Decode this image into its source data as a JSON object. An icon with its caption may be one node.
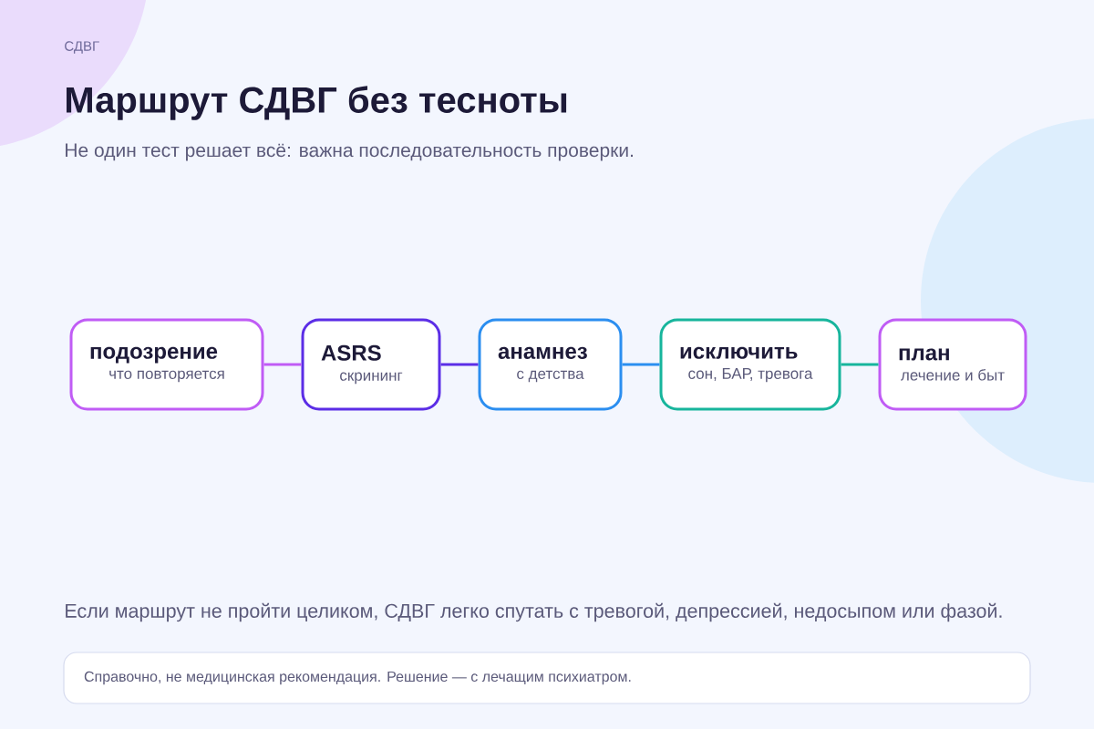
{
  "diagram": {
    "title": "Маршрут СДВГ без тесноты",
    "nodes": [
      {
        "text": [
          "подозрение",
          "что повторяется"
        ]
      },
      {
        "text": [
          "ASRS",
          "скрининг"
        ]
      },
      {
        "text": [
          "анамнез",
          "с детства"
        ]
      },
      {
        "text": [
          "исключить",
          "сон, БАР, тревога"
        ]
      },
      {
        "text": [
          "план",
          "лечение и быт"
        ]
      },
      {
        "text": [
          "Справочно, не медицинская рекомендация. Решение — с лечащим психиатром."
        ]
      }
    ],
    "edges": [
      {
        "from": 0,
        "to": 1,
        "arrow": "none",
        "color": "#c05cf5"
      },
      {
        "from": 1,
        "to": 2,
        "arrow": "none",
        "color": "#5b2de6"
      },
      {
        "from": 2,
        "to": 3,
        "arrow": "none",
        "color": "#2b8ef0"
      },
      {
        "from": 3,
        "to": 4,
        "arrow": "none",
        "color": "#17b59c"
      }
    ],
    "labels": [
      "СДВГ",
      "Не один тест решает всё: важна последовательность проверки.",
      "Если маршрут не пройти целиком, СДВГ легко спутать с тревогой, депрессией, недосыпом или фазой."
    ]
  }
}
